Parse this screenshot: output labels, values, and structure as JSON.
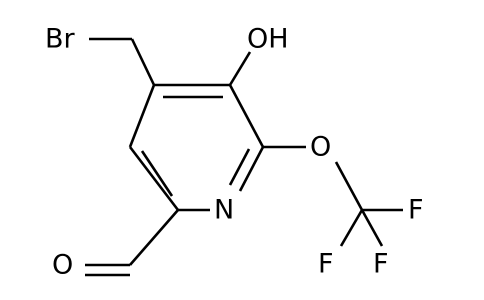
{
  "molecule": {
    "colors": {
      "bond": "#000000",
      "heteroatom_label": "#000000"
    },
    "atoms": {
      "Br": "Br",
      "OH": "OH",
      "N": "N",
      "O_ether": "O",
      "F_top": "F",
      "F_left": "F",
      "F_right": "F",
      "O_aldehyde": "O"
    }
  }
}
